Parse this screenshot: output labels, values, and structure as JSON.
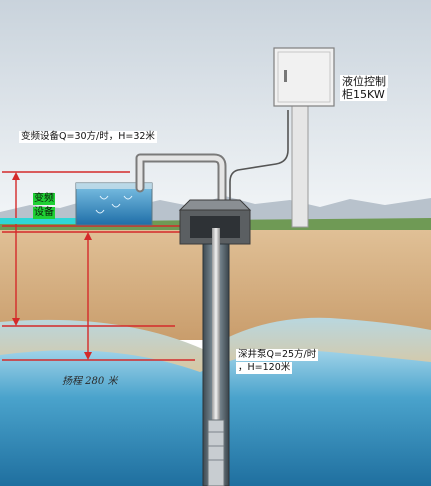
{
  "labels": {
    "freq_equipment_spec": "变频设备Q=30方/时，H=32米",
    "freq_equipment_tag_line1": "变频",
    "freq_equipment_tag_line2": "设备",
    "control_cabinet_line1": "液位控制",
    "control_cabinet_line2": "柜15KW",
    "deep_well_pump_line1": "深井泵Q=25方/时",
    "deep_well_pump_line2": "，H=120米",
    "lift_height": "扬程 280 米"
  },
  "colors": {
    "sky_top": "#cfd8e0",
    "sky_bottom": "#f2f5f7",
    "soil_upper": "#d8b58a",
    "soil_lower": "#c79a6a",
    "grass": "#6f9a55",
    "water_deep": "#2f86b8",
    "water_light": "#a8d6ea",
    "dimension_red": "#d42a2a",
    "tag_green": "#1fd135",
    "tag_cyan": "#2fd6d6",
    "cabinet": "#eeeeee",
    "pipe": "#d8d8d8"
  }
}
